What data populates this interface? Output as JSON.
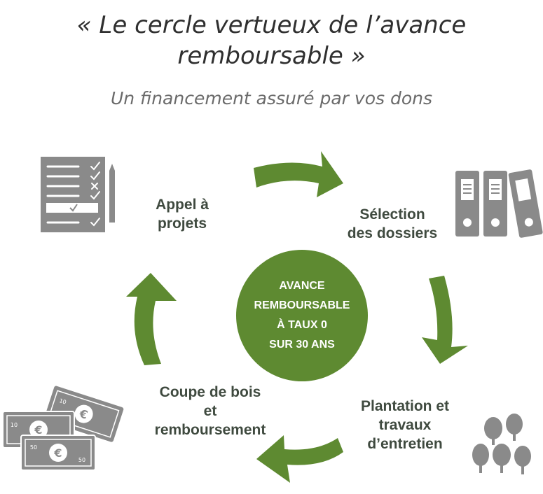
{
  "title_line1": "« Le cercle vertueux de l’avance",
  "title_line2": "remboursable »",
  "subtitle": "Un financement assuré par vos dons",
  "center": {
    "line1": "AVANCE",
    "line2": "REMBOURSABLE",
    "line3": "À TAUX 0",
    "line4": "SUR 30 ANS"
  },
  "steps": {
    "appel": {
      "line1": "Appel à",
      "line2": "projets"
    },
    "selection": {
      "line1": "Sélection",
      "line2": "des dossiers"
    },
    "plantation": {
      "line1": "Plantation et",
      "line2": "travaux",
      "line3": "d’entretien"
    },
    "coupe": {
      "line1": "Coupe de bois",
      "line2": "et",
      "line3": "remboursement"
    }
  },
  "banknotes": {
    "denom_small": "10",
    "denom_large": "50",
    "currency_symbol": "€"
  },
  "colors": {
    "accent_green": "#5e8a31",
    "icon_gray": "#8a8a8a",
    "text_dark": "#3f4a3f"
  },
  "icons": [
    "checklist-icon",
    "binders-icon",
    "trees-icon",
    "banknotes-icon",
    "cycle-arrows"
  ]
}
